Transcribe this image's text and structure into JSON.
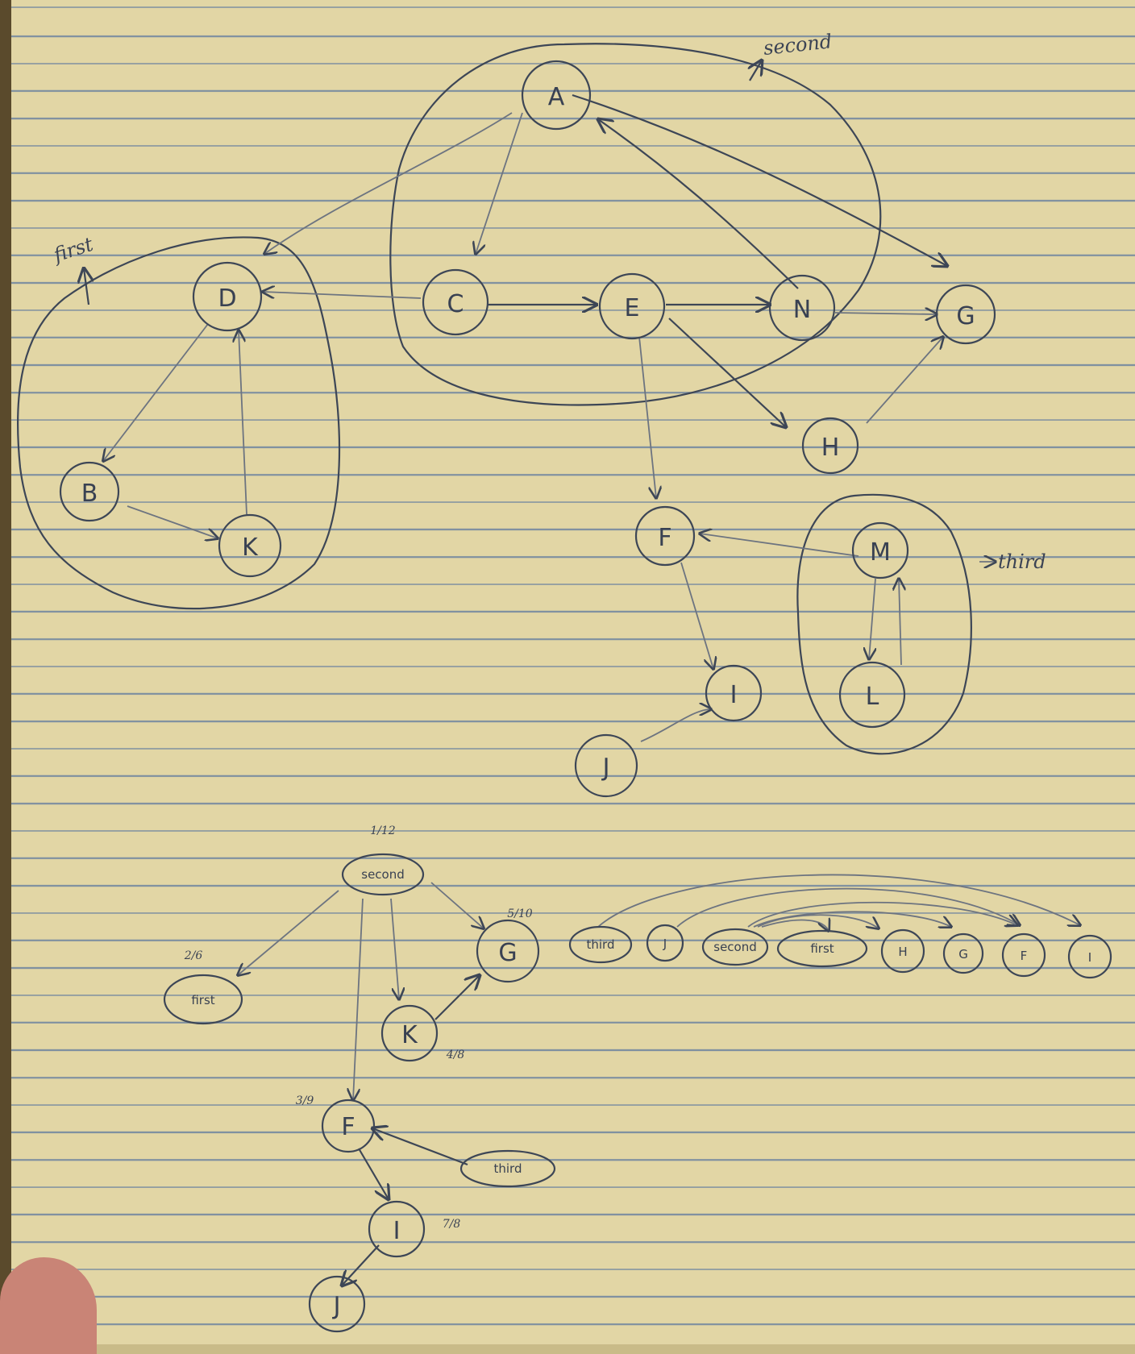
{
  "top_graph": {
    "nodes": [
      {
        "id": "A",
        "label": "A"
      },
      {
        "id": "C",
        "label": "C"
      },
      {
        "id": "D",
        "label": "D"
      },
      {
        "id": "E",
        "label": "E"
      },
      {
        "id": "N",
        "label": "N"
      },
      {
        "id": "G",
        "label": "G"
      },
      {
        "id": "B",
        "label": "B"
      },
      {
        "id": "K",
        "label": "K"
      },
      {
        "id": "H",
        "label": "H"
      },
      {
        "id": "F",
        "label": "F"
      },
      {
        "id": "M",
        "label": "M"
      },
      {
        "id": "L",
        "label": "L"
      },
      {
        "id": "I",
        "label": "I"
      },
      {
        "id": "J",
        "label": "J"
      }
    ],
    "edges": [
      {
        "from": "A",
        "to": "C"
      },
      {
        "from": "A",
        "to": "D"
      },
      {
        "from": "A",
        "to": "G"
      },
      {
        "from": "N",
        "to": "A"
      },
      {
        "from": "C",
        "to": "D"
      },
      {
        "from": "C",
        "to": "E"
      },
      {
        "from": "E",
        "to": "N"
      },
      {
        "from": "N",
        "to": "G"
      },
      {
        "from": "E",
        "to": "H"
      },
      {
        "from": "H",
        "to": "G"
      },
      {
        "from": "E",
        "to": "F"
      },
      {
        "from": "D",
        "to": "B"
      },
      {
        "from": "B",
        "to": "K"
      },
      {
        "from": "K",
        "to": "D"
      },
      {
        "from": "M",
        "to": "F"
      },
      {
        "from": "M",
        "to": "L"
      },
      {
        "from": "L",
        "to": "M"
      },
      {
        "from": "F",
        "to": "I"
      },
      {
        "from": "J",
        "to": "I"
      }
    ],
    "groups": [
      {
        "id": "first",
        "label": "first"
      },
      {
        "id": "second",
        "label": "second"
      },
      {
        "id": "third",
        "label": "third"
      }
    ]
  },
  "component_graph": {
    "nodes": [
      {
        "id": "second",
        "label": "second",
        "times": "1/12"
      },
      {
        "id": "first",
        "label": "first",
        "times": "2/6"
      },
      {
        "id": "G",
        "label": "G",
        "times": "5/10"
      },
      {
        "id": "K",
        "label": "K",
        "times": "4/8"
      },
      {
        "id": "F",
        "label": "F",
        "times": "3/9"
      },
      {
        "id": "third",
        "label": "third",
        "times": ""
      },
      {
        "id": "I",
        "label": "I",
        "times": "7/8"
      },
      {
        "id": "J",
        "label": "J",
        "times": ""
      }
    ],
    "edges": [
      {
        "from": "second",
        "to": "first"
      },
      {
        "from": "second",
        "to": "G"
      },
      {
        "from": "second",
        "to": "K"
      },
      {
        "from": "second",
        "to": "F"
      },
      {
        "from": "K",
        "to": "G"
      },
      {
        "from": "third",
        "to": "F"
      },
      {
        "from": "F",
        "to": "I"
      },
      {
        "from": "I",
        "to": "J"
      }
    ]
  },
  "topological_order": {
    "nodes": [
      "third",
      "J",
      "second",
      "first",
      "H",
      "G",
      "F",
      "I"
    ]
  }
}
